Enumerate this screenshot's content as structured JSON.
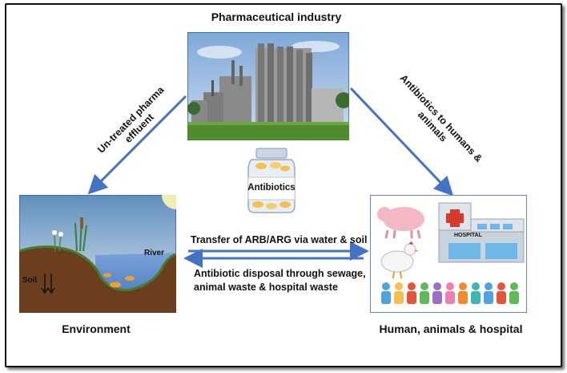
{
  "title": "Pharmaceutical industry",
  "bottle_label": "Antibiotics",
  "left_arrow_label_line1": "Un-treated pharma",
  "left_arrow_label_line2": "effluent",
  "right_arrow_label_line1": "Antibiotics to humans &",
  "right_arrow_label_line2": "animals",
  "env_caption": "Environment",
  "human_caption": "Human, animals & hospital",
  "transfer_top": "Transfer of ARB/ARG via water & soil",
  "transfer_bottom_line1": "Antibiotic disposal through sewage,",
  "transfer_bottom_line2": "animal waste & hospital waste",
  "env_river": "River",
  "env_soil": "Soil",
  "hospital_sign": "HOSPITAL",
  "colors": {
    "arrow": "#4472c4",
    "panel_border": "#3a5fa8"
  }
}
